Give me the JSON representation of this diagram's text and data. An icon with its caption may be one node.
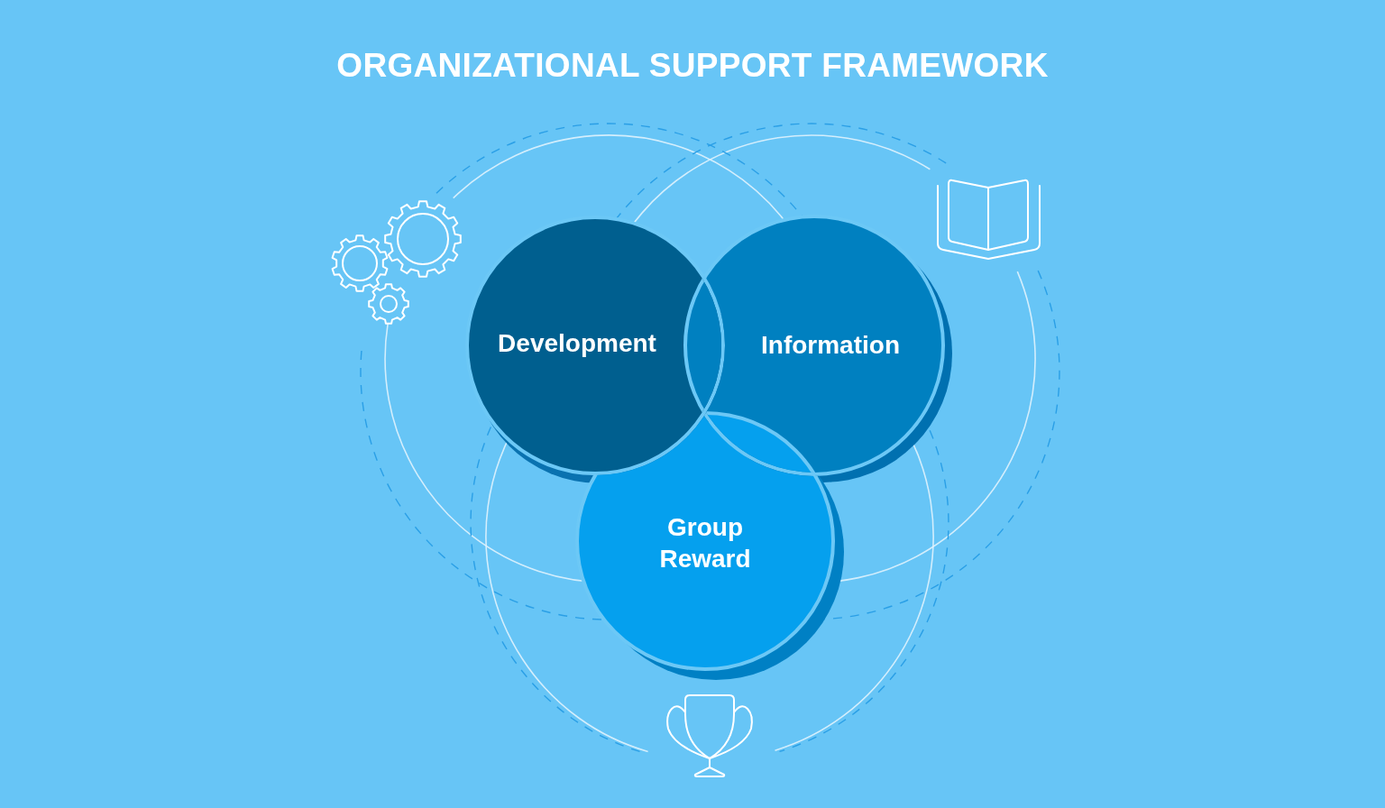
{
  "diagram": {
    "title": "ORGANIZATIONAL SUPPORT FRAMEWORK",
    "nodes": [
      {
        "text": [
          "Development"
        ]
      },
      {
        "text": [
          "Information"
        ]
      },
      {
        "text": [
          "Group Reward"
        ]
      }
    ]
  }
}
